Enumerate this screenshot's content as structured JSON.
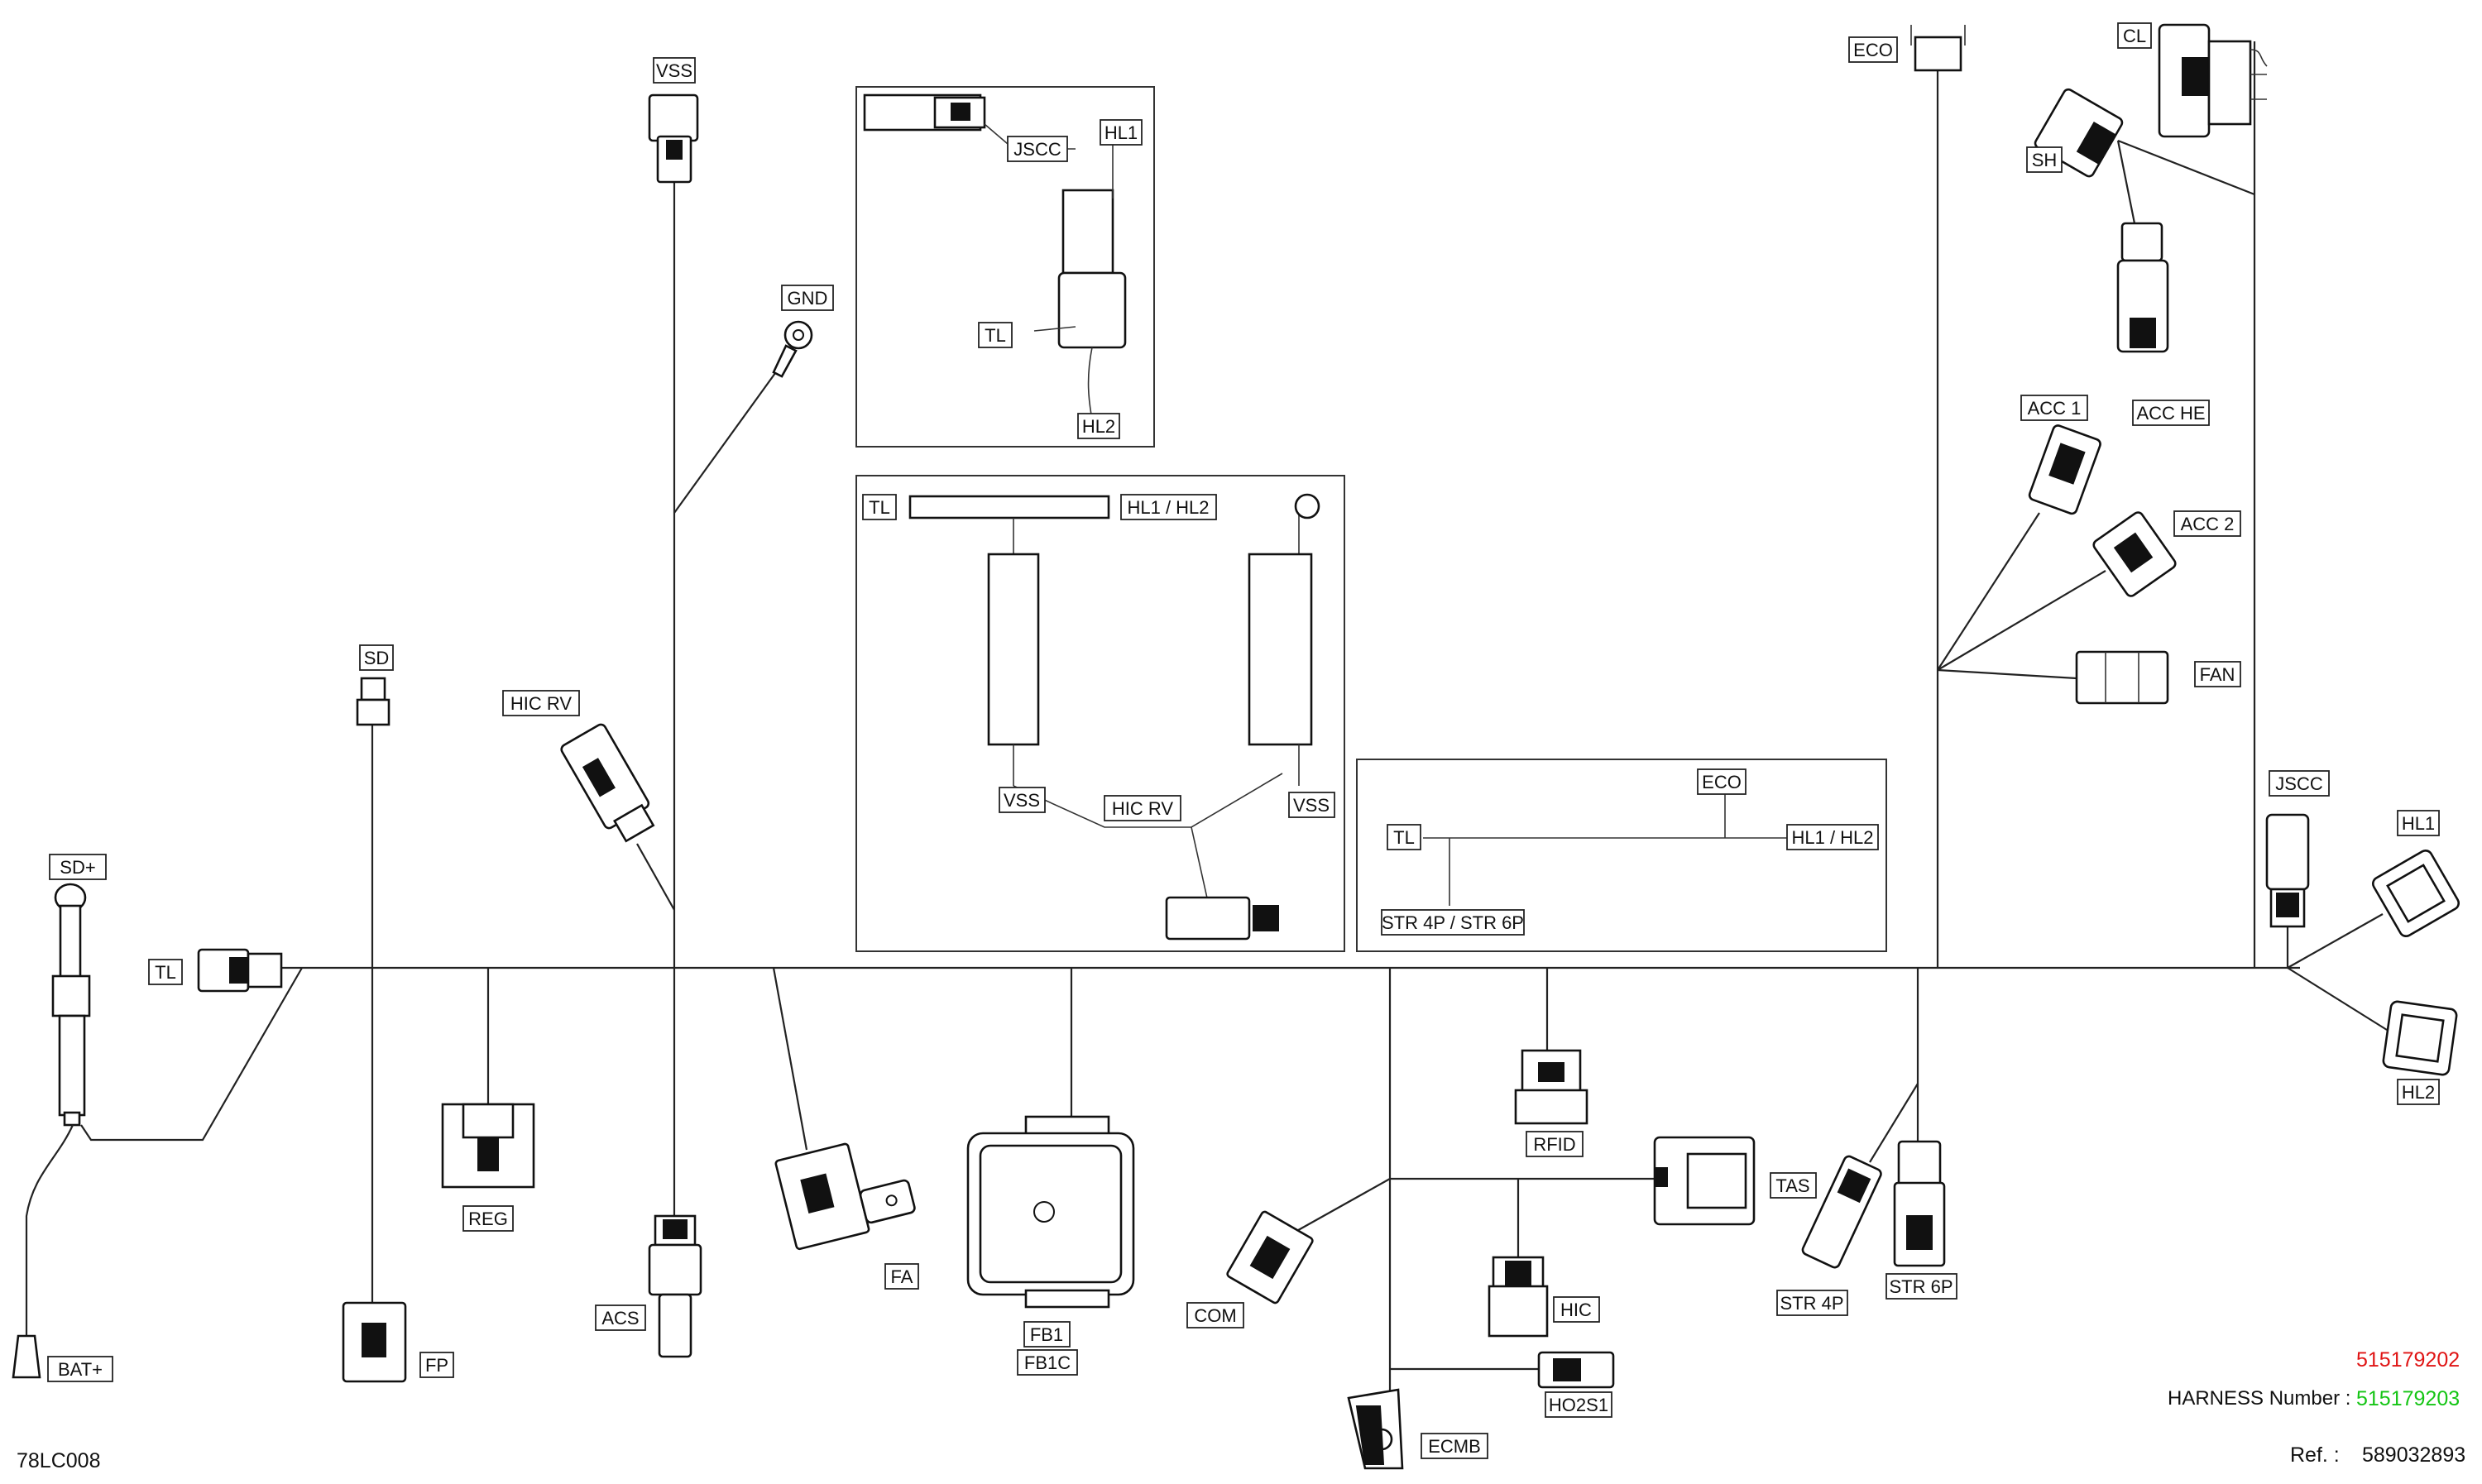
{
  "labels": {
    "vss_top": "VSS",
    "gnd": "GND",
    "sd": "SD",
    "hic_rv": "HIC RV",
    "sd_plus": "SD+",
    "tl": "TL",
    "bat_plus": "BAT+",
    "reg": "REG",
    "fp": "FP",
    "acs": "ACS",
    "fa": "FA",
    "fb1": "FB1",
    "fb1c": "FB1C",
    "com": "COM",
    "ecmb": "ECMB",
    "rfid": "RFID",
    "hic": "HIC",
    "ho2s1": "HO2S1",
    "tas": "TAS",
    "str4p": "STR 4P",
    "str6p": "STR 6P",
    "eco": "ECO",
    "cl": "CL",
    "sh": "SH",
    "acc1": "ACC 1",
    "acc_he": "ACC HE",
    "acc2": "ACC 2",
    "fan": "FAN",
    "jscc": "JSCC",
    "hl1": "HL1",
    "hl2": "HL2"
  },
  "inset1": {
    "jscc": "JSCC",
    "hl1": "HL1",
    "tl": "TL",
    "hl2": "HL2"
  },
  "inset2": {
    "tl": "TL",
    "hl1_hl2": "HL1 / HL2",
    "vss_left": "VSS",
    "hic_rv": "HIC RV",
    "vss_right": "VSS"
  },
  "inset3": {
    "eco": "ECO",
    "tl": "TL",
    "hl1_hl2": "HL1 / HL2",
    "str": "STR 4P / STR 6P"
  },
  "footer": {
    "code": "78LC008",
    "part_red": "515179202",
    "harness_label": "HARNESS Number :",
    "part_green": "515179203",
    "ref_label": "Ref. :",
    "ref_value": "589032893"
  }
}
